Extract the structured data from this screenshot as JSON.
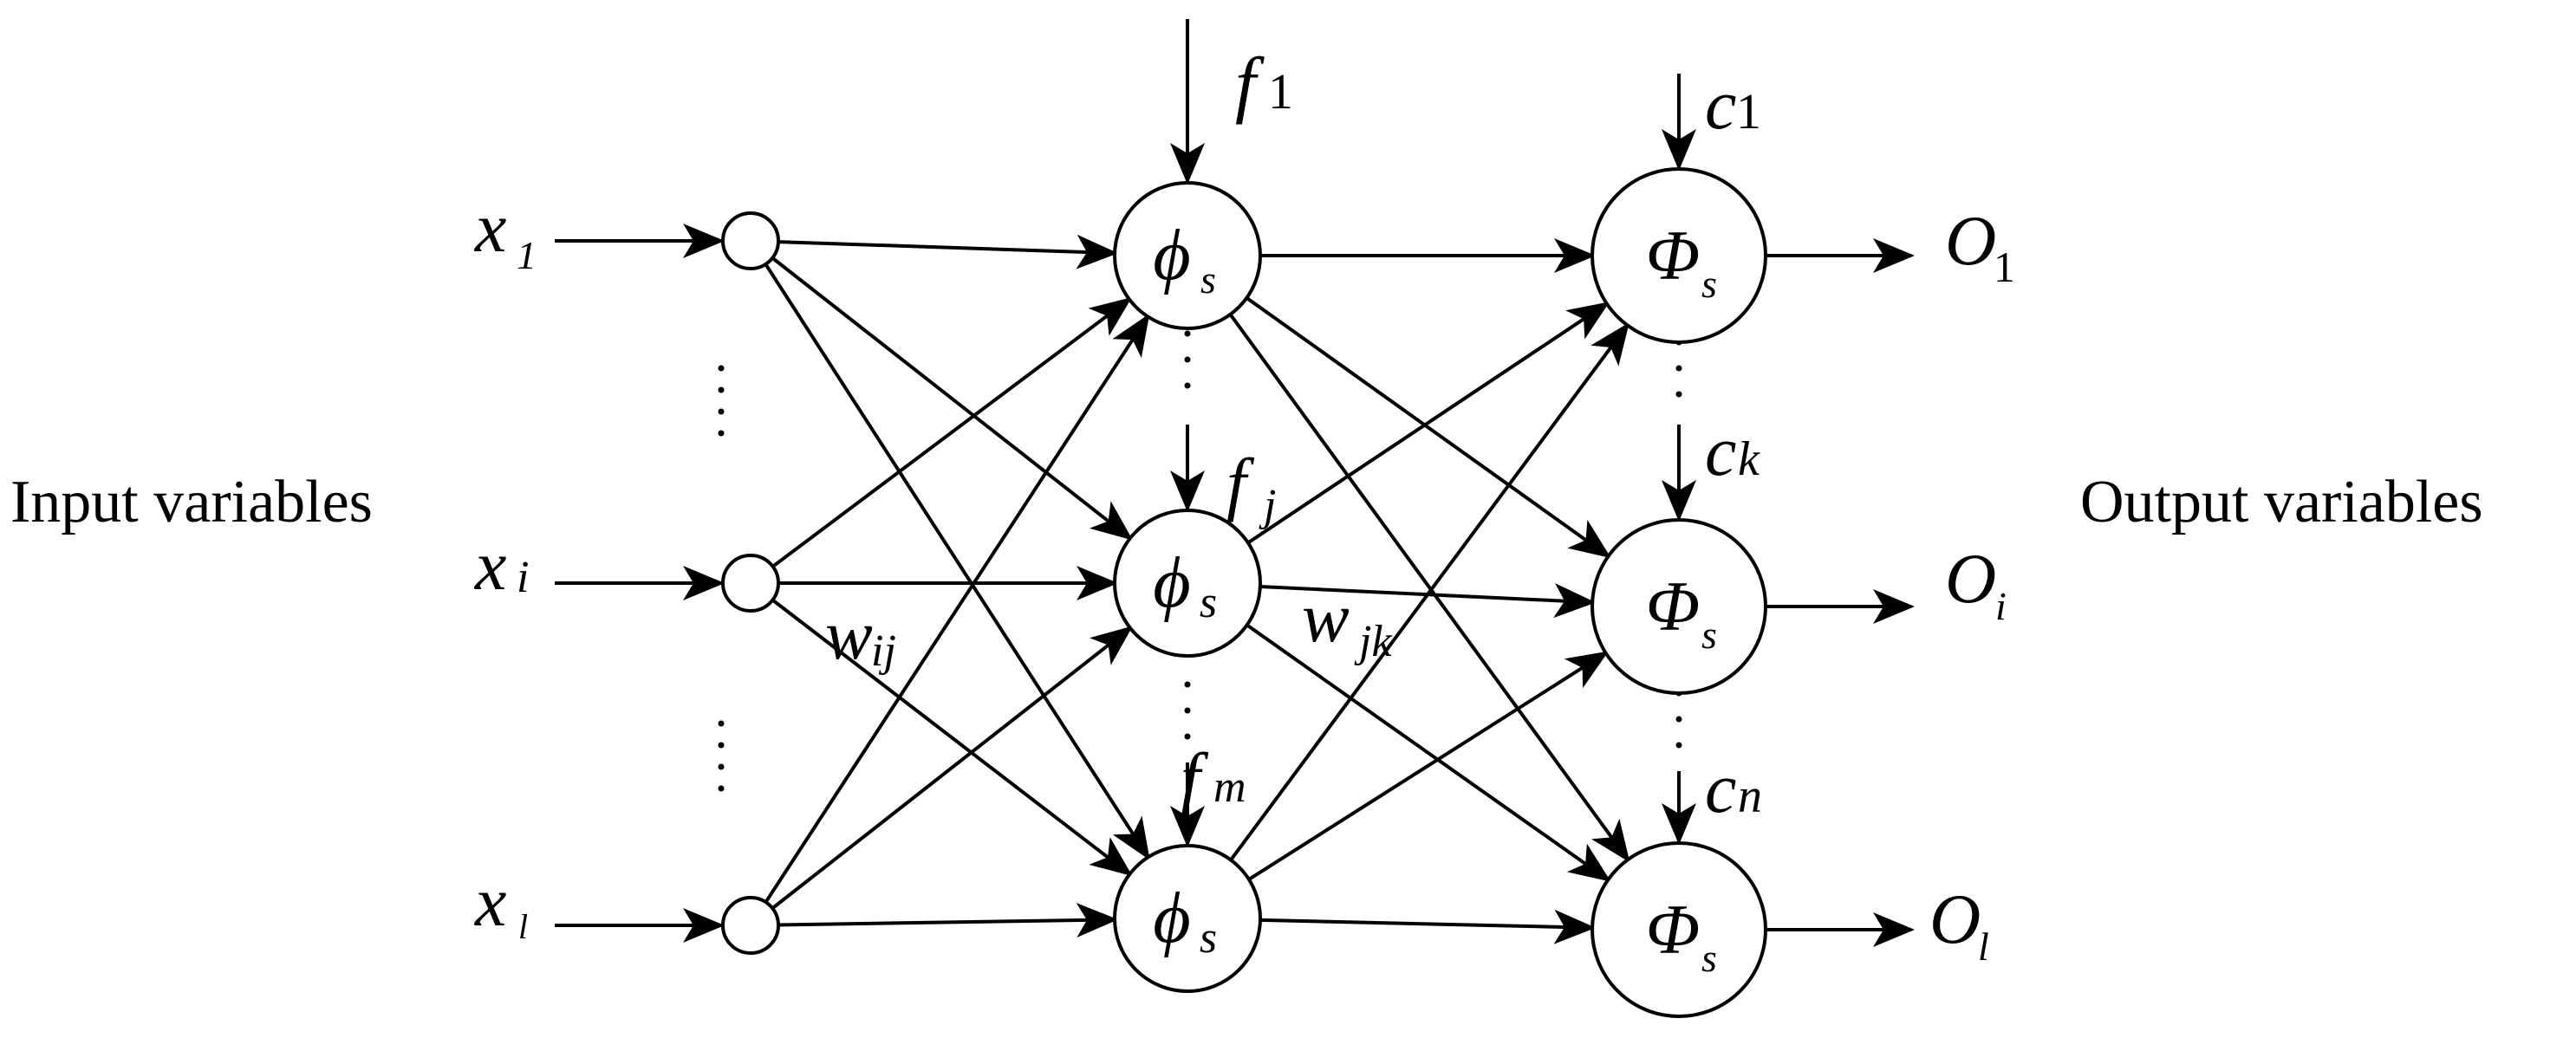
{
  "side_labels": {
    "input": "Input variables",
    "output": "Output variables"
  },
  "inputs": [
    {
      "name": "x",
      "sub": "1"
    },
    {
      "name": "x",
      "sub": "i"
    },
    {
      "name": "x",
      "sub": "l"
    }
  ],
  "hidden_nodes": [
    {
      "symbol": "ϕ",
      "sub": "s"
    },
    {
      "symbol": "ϕ",
      "sub": "s"
    },
    {
      "symbol": "ϕ",
      "sub": "s"
    }
  ],
  "hidden_biases": [
    {
      "name": "f",
      "sub": "1"
    },
    {
      "name": "f",
      "sub": "j"
    },
    {
      "name": "f",
      "sub": "m"
    }
  ],
  "output_nodes": [
    {
      "symbol": "Φ",
      "sub": "s"
    },
    {
      "symbol": "Φ",
      "sub": "s"
    },
    {
      "symbol": "Φ",
      "sub": "s"
    }
  ],
  "output_biases": [
    {
      "name": "c",
      "sub": "1"
    },
    {
      "name": "c",
      "sub": "k"
    },
    {
      "name": "c",
      "sub": "n"
    }
  ],
  "outputs": [
    {
      "name": "O",
      "sub": "1"
    },
    {
      "name": "O",
      "sub": "i"
    },
    {
      "name": "O",
      "sub": "l"
    }
  ],
  "weights": {
    "input_hidden": {
      "name": "w",
      "sub": "ij"
    },
    "hidden_output": {
      "name": "w",
      "sub": "jk"
    }
  }
}
